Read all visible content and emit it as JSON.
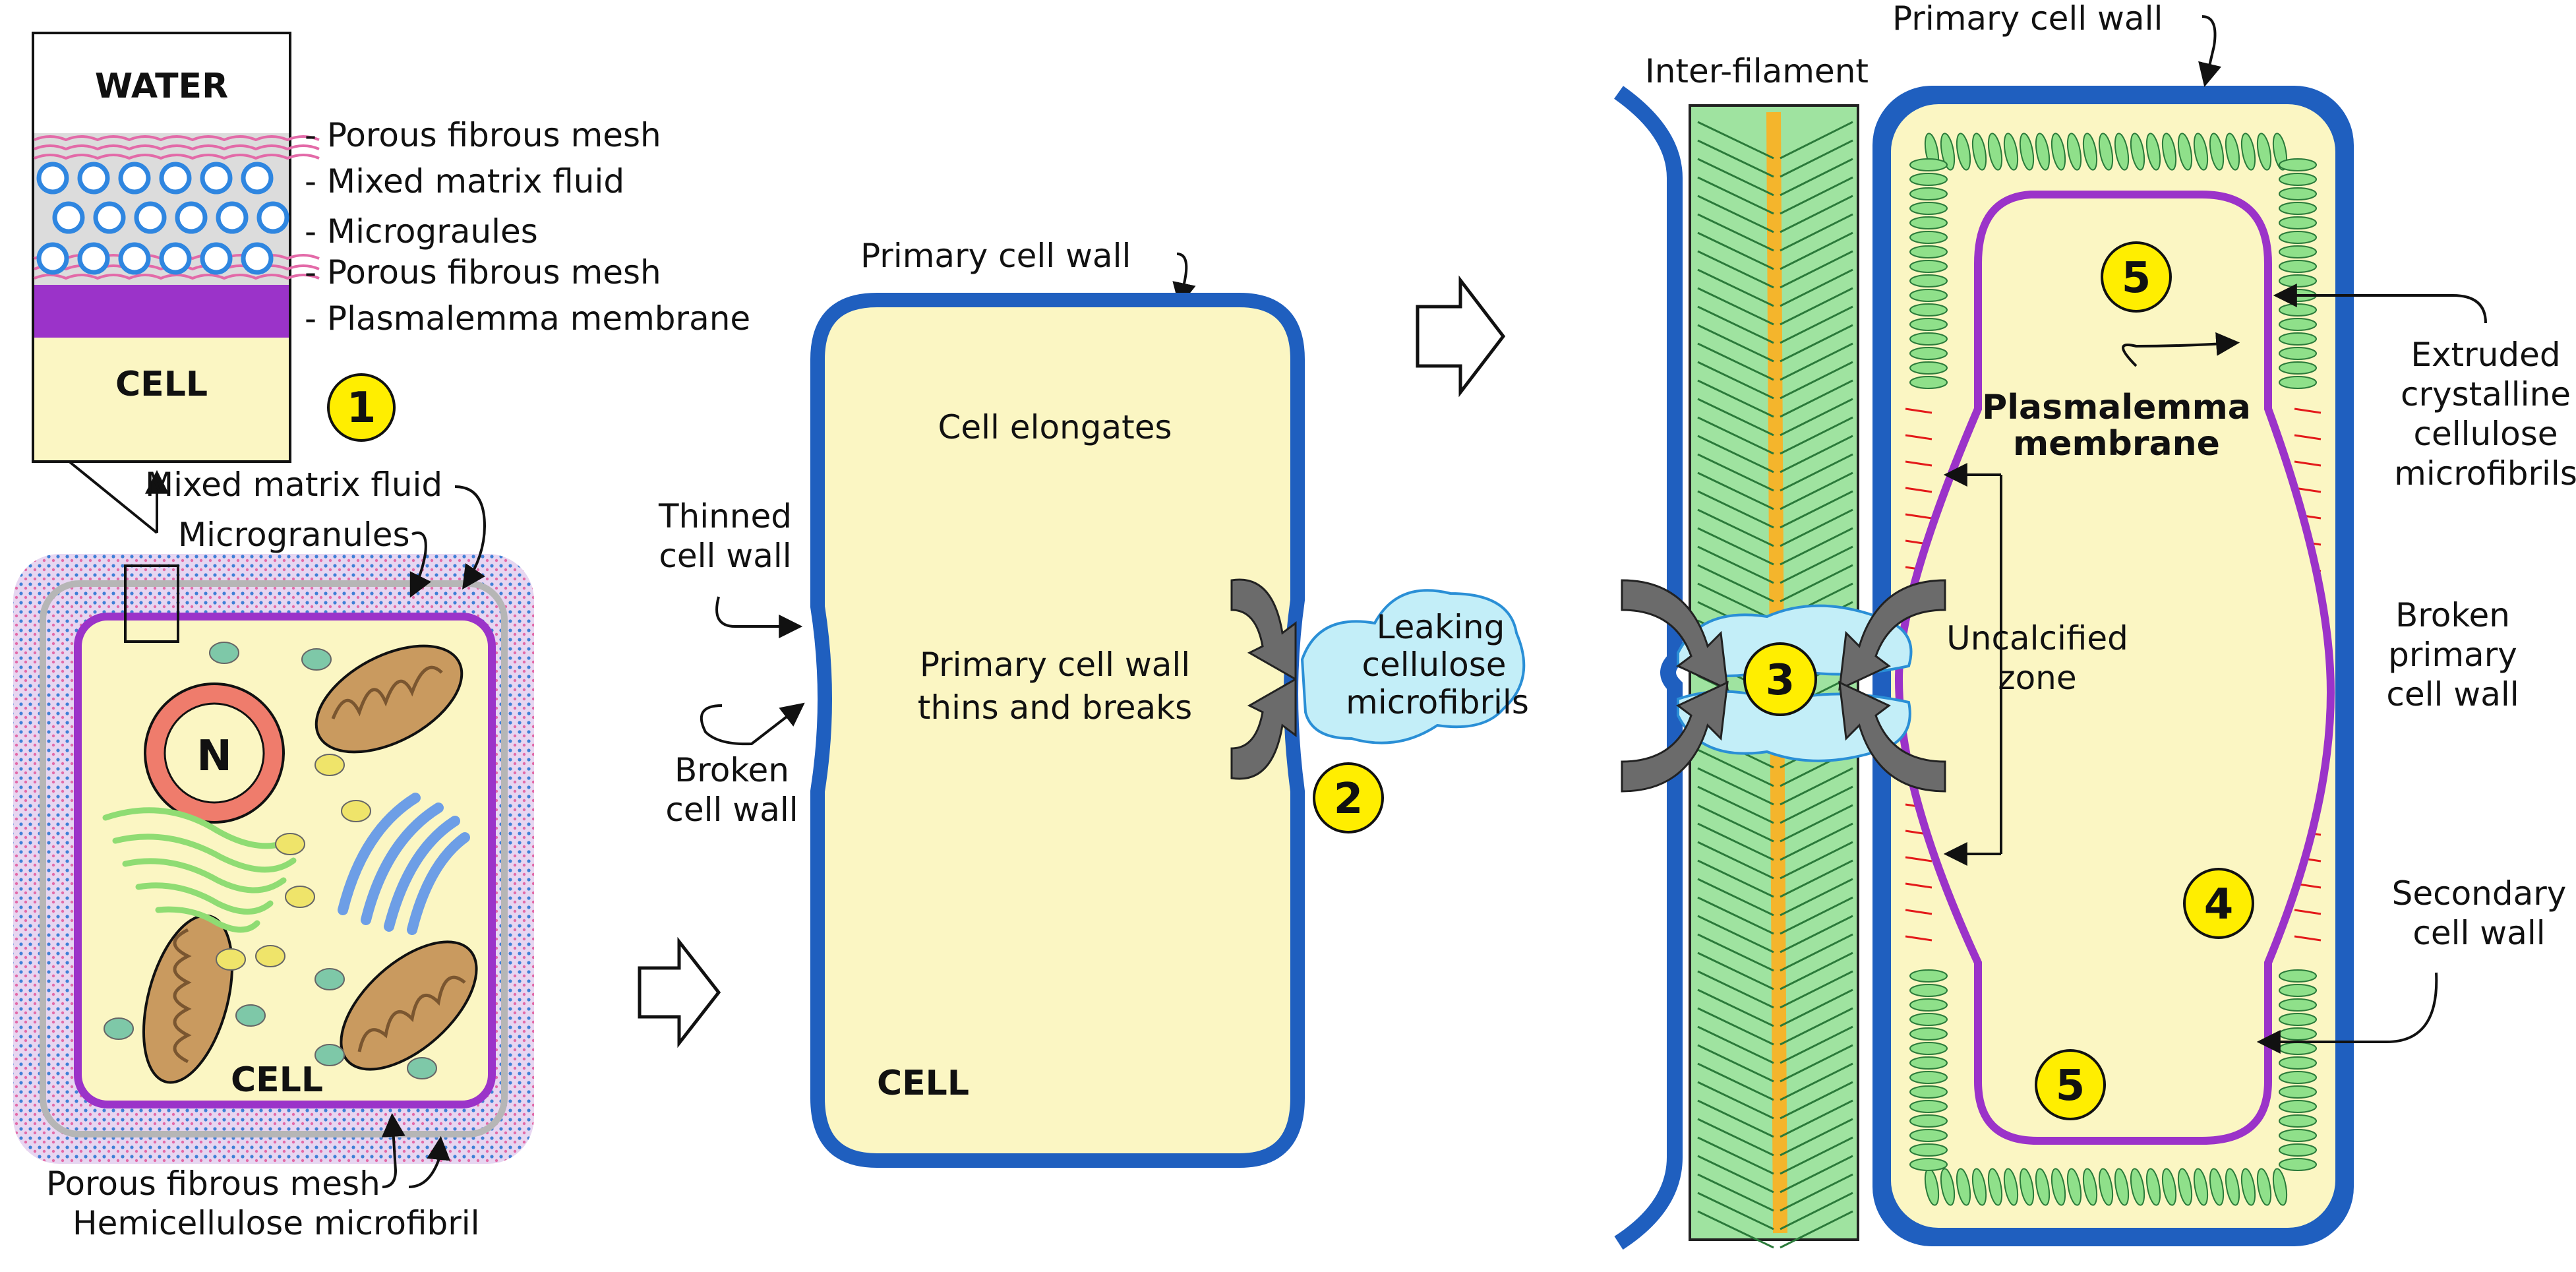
{
  "colors": {
    "cell_fill": "#fbf6c3",
    "primary_wall": "#1f5fbf",
    "membrane": "#9b33c9",
    "microfibril": "#8fe08a",
    "mesh_pink": "#e36aa8",
    "granule": "#2f86e0",
    "nucleus": "#ef7c6c",
    "mito": "#c99a5f",
    "er_green": "#8fdc73",
    "golgi_blue": "#6d9ee6",
    "leak": "#c3eef8",
    "arrow_gray": "#6b6b6b",
    "number_badge": "#ffee00",
    "red_fibril": "#e31a1a",
    "calc_orange": "#f4b52c"
  },
  "panel1": {
    "inset": {
      "top": "WATER",
      "bottom": "CELL",
      "layers": [
        "- Porous fibrous mesh",
        "- Mixed matrix fluid",
        "- Micrograules",
        "- Porous fibrous mesh",
        "- Plasmalemma membrane"
      ]
    },
    "step": "1",
    "labels": {
      "mixed_matrix": "Mixed matrix fluid",
      "microgranules": "Microgranules",
      "nucleus": "N",
      "cell": "CELL",
      "porous": "Porous fibrous mesh",
      "hemicellulose": "Hemicellulose microfibril"
    }
  },
  "panel2": {
    "primary_wall": "Primary cell wall",
    "elongates": "Cell elongates",
    "thins": [
      "Primary cell wall",
      "thins and breaks"
    ],
    "thinned": [
      "Thinned",
      "cell wall"
    ],
    "broken": [
      "Broken",
      "cell wall"
    ],
    "leaking": [
      "Leaking",
      "cellulose",
      "microfibrils"
    ],
    "cell": "CELL",
    "step": "2"
  },
  "panel3": {
    "inter_filament": "Inter-filament",
    "primary_wall": "Primary cell wall",
    "plasmalemma": [
      "Plasmalemma",
      "membrane"
    ],
    "extruded": [
      "Extruded",
      "crystalline",
      "cellulose",
      "microfibrils"
    ],
    "uncalcified": [
      "Uncalcified",
      "zone"
    ],
    "broken_primary": [
      "Broken",
      "primary",
      "cell wall"
    ],
    "secondary": [
      "Secondary",
      "cell wall"
    ],
    "step3": "3",
    "step4": "4",
    "step5a": "5",
    "step5b": "5"
  }
}
